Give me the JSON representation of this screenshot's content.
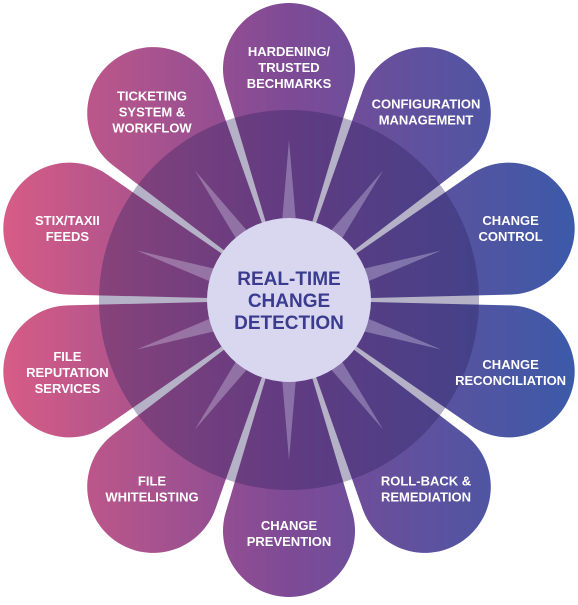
{
  "diagram": {
    "center_label": [
      "REAL-TIME",
      "CHANGE",
      "DETECTION"
    ],
    "petals": [
      {
        "id": "hardening",
        "label": [
          "HARDENING/",
          "TRUSTED",
          "BECHMARKS"
        ]
      },
      {
        "id": "configuration",
        "label": [
          "CONFIGURATION",
          "MANAGEMENT"
        ]
      },
      {
        "id": "change-control",
        "label": [
          "CHANGE",
          "CONTROL"
        ]
      },
      {
        "id": "change-reconciliation",
        "label": [
          "CHANGE",
          "RECONCILIATION"
        ]
      },
      {
        "id": "rollback",
        "label": [
          "ROLL-BACK &",
          "REMEDIATION"
        ]
      },
      {
        "id": "change-prevention",
        "label": [
          "CHANGE",
          "PREVENTION"
        ]
      },
      {
        "id": "file-whitelisting",
        "label": [
          "FILE",
          "WHITELISTING"
        ]
      },
      {
        "id": "file-reputation",
        "label": [
          "FILE",
          "REPUTATION",
          "SERVICES"
        ]
      },
      {
        "id": "stix-taxii",
        "label": [
          "STIX/TAXII",
          "FEEDS"
        ]
      },
      {
        "id": "ticketing",
        "label": [
          "TICKETING",
          "SYSTEM &",
          "WORKFLOW"
        ]
      }
    ],
    "colors": {
      "gradient_left": "#d85c85",
      "gradient_mid": "#7e4a96",
      "gradient_right": "#3a5aa8",
      "ring_overlay": "#2a1f5c",
      "center_fill": "#d9d7ef",
      "center_text": "#3b3b8f",
      "petal_text": "#ffffff"
    }
  }
}
